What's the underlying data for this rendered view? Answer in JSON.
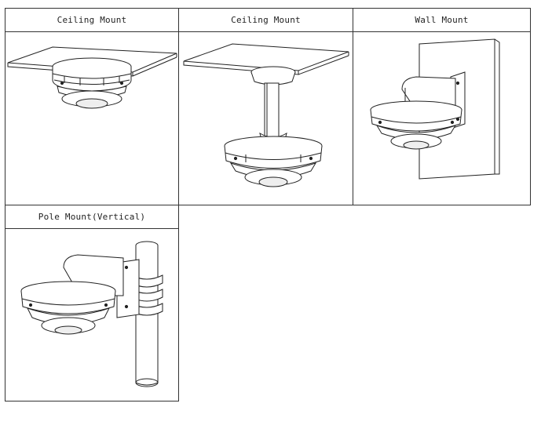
{
  "panels": [
    {
      "caption": "Ceiling Mount",
      "icon": "ceiling-mount-illustration"
    },
    {
      "caption": "Ceiling Mount",
      "icon": "ceiling-pendant-mount-illustration"
    },
    {
      "caption": "Wall Mount",
      "icon": "wall-mount-illustration"
    },
    {
      "caption": "Pole Mount(Vertical)",
      "icon": "pole-mount-illustration"
    }
  ]
}
